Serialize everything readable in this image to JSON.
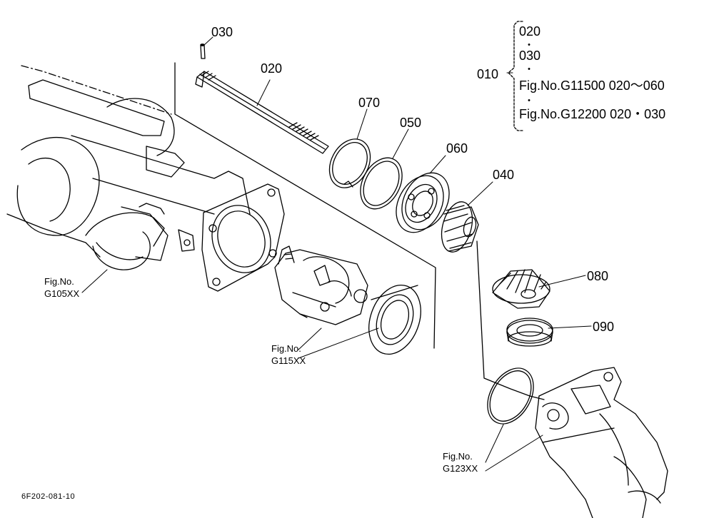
{
  "parts": {
    "p010": "010",
    "p020": "020",
    "p030": "030",
    "p040": "040",
    "p050": "050",
    "p060": "060",
    "p070": "070",
    "p080": "080",
    "p090": "090"
  },
  "legend": {
    "line1": "020",
    "line2": "030",
    "line3": "Fig.No.G11500  020～060",
    "line4": "Fig.No.G12200  020・030",
    "dot": "・"
  },
  "refs": {
    "g105": {
      "line1": "Fig.No.",
      "line2": "G105XX"
    },
    "g115": {
      "line1": "Fig.No.",
      "line2": "G115XX"
    },
    "g123": {
      "line1": "Fig.No.",
      "line2": "G123XX"
    }
  },
  "drawing_code": "6F202-081-10"
}
